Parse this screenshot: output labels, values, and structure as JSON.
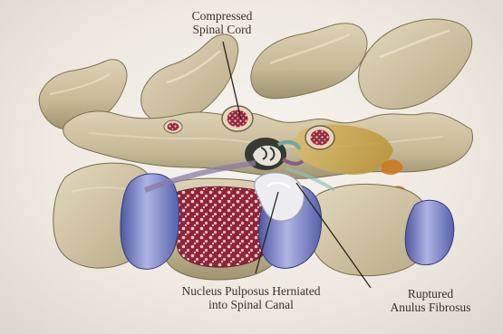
{
  "labels": {
    "compressed_spinal_cord": [
      "Compressed",
      "Spinal Cord"
    ],
    "nucleus_pulposus": [
      "Nucleus Pulposus Herniated",
      "into Spinal Canal"
    ],
    "ruptured_anulus": [
      "Ruptured",
      "Anulus Fibrosus"
    ]
  },
  "colors": {
    "bone": "#cbbf9f",
    "bone_shadow": "#8f8462",
    "disc": "#6d75b9",
    "marrow": "#8e2236",
    "herniation": "#ecebeb",
    "spinal_cord": "#f0e7da",
    "ligament": "#d3b25b"
  }
}
